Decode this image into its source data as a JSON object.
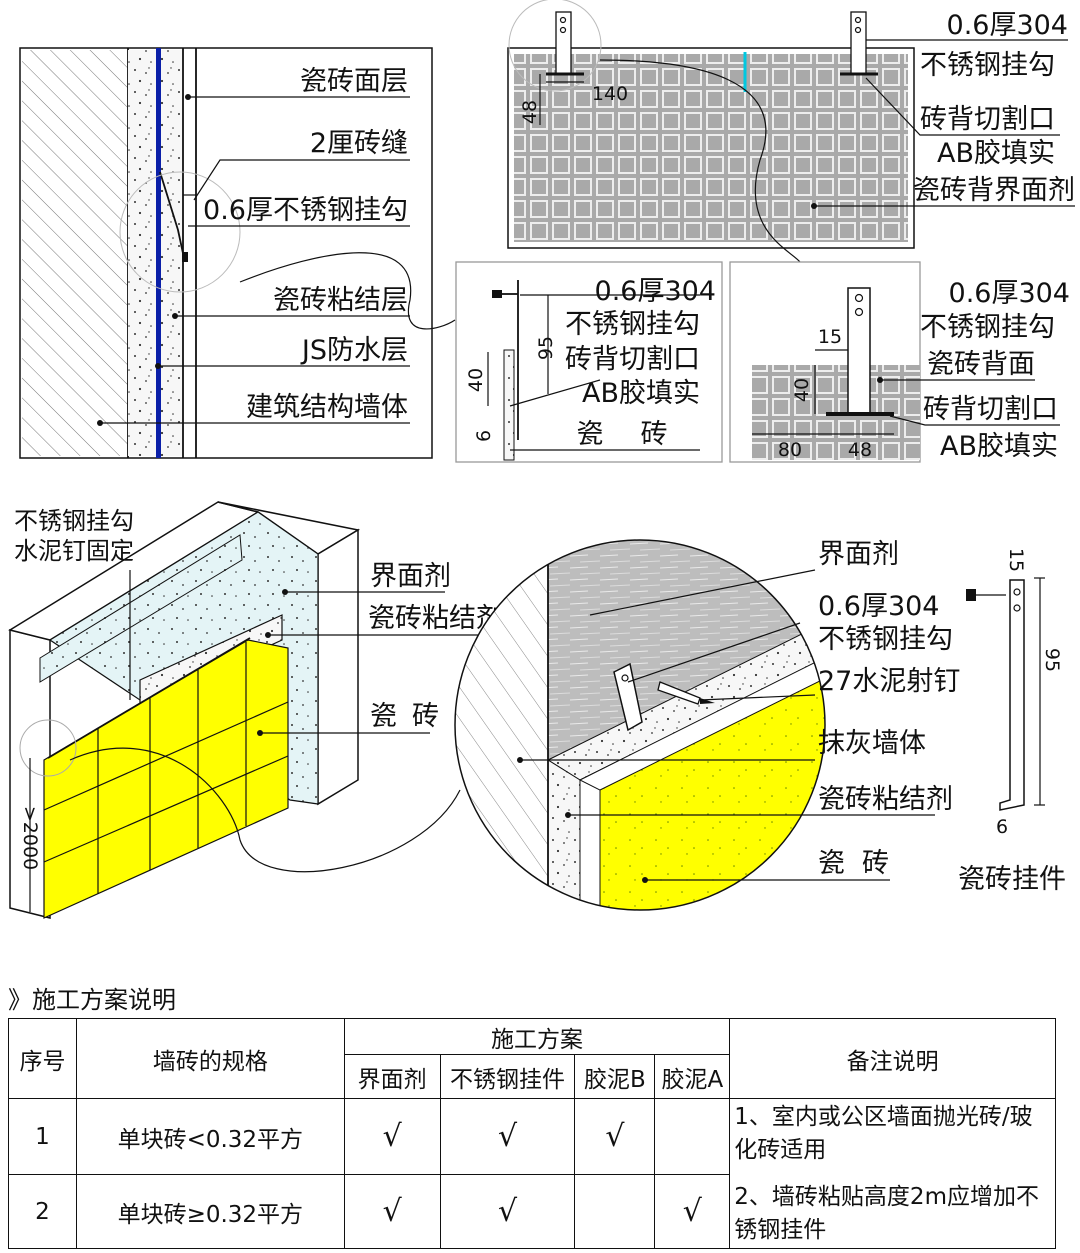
{
  "panel_a": {
    "labels": [
      "瓷砖面层",
      "2厘砖缝",
      "0.6厚不锈钢挂勾",
      "瓷砖粘结层",
      "JS防水层",
      "建筑结构墙体"
    ]
  },
  "panel_b": {
    "dims": [
      "140",
      "48"
    ],
    "labels": [
      "0.6厚304",
      "不锈钢挂勾",
      "砖背切割口",
      "AB胶填实",
      "瓷砖背界面剂"
    ]
  },
  "panel_c": {
    "dims": [
      "95",
      "40",
      "6"
    ],
    "labels": [
      "0.6厚304",
      "不锈钢挂勾",
      "砖背切割口",
      "AB胶填实",
      "瓷",
      "砖"
    ]
  },
  "panel_d": {
    "dims": [
      "15",
      "40",
      "80",
      "48"
    ],
    "labels": [
      "0.6厚304",
      "不锈钢挂勾",
      "瓷砖背面",
      "砖背切割口",
      "AB胶填实"
    ]
  },
  "panel_e": {
    "dims": [
      ">2000"
    ],
    "labels": [
      "不锈钢挂勾",
      "水泥钉固定",
      "界面剂",
      "瓷砖粘结剂",
      "瓷",
      "砖"
    ]
  },
  "panel_f": {
    "labels": [
      "界面剂",
      "0.6厚304",
      "不锈钢挂勾",
      "27水泥射钉",
      "抹灰墙体",
      "瓷砖粘结剂",
      "瓷",
      "砖"
    ]
  },
  "panel_g": {
    "dims": [
      "15",
      "95",
      "6"
    ],
    "caption": "瓷砖挂件"
  },
  "colors": {
    "tile_yellow": "#ffff00",
    "membrane_blue": "#0a1fa8",
    "grey_tile": "#a9a9a9",
    "cyan_mark": "#00c8e0"
  },
  "table": {
    "heading": "》施工方案说明",
    "col_index": "序号",
    "col_spec": "墙砖的规格",
    "col_scheme": "施工方案",
    "sub_cols": [
      "界面剂",
      "不锈钢挂件",
      "胶泥B",
      "胶泥A"
    ],
    "col_notes": "备注说明",
    "rows": [
      {
        "index": "1",
        "spec": "单块砖<0.32平方",
        "checks": [
          "√",
          "√",
          "√",
          ""
        ]
      },
      {
        "index": "2",
        "spec": "单块砖≥0.32平方",
        "checks": [
          "√",
          "√",
          "",
          "√"
        ]
      }
    ],
    "notes": [
      "1、室内或公区墙面抛光砖/玻化砖适用",
      "2、墙砖粘贴高度2m应增加不锈钢挂件"
    ]
  }
}
